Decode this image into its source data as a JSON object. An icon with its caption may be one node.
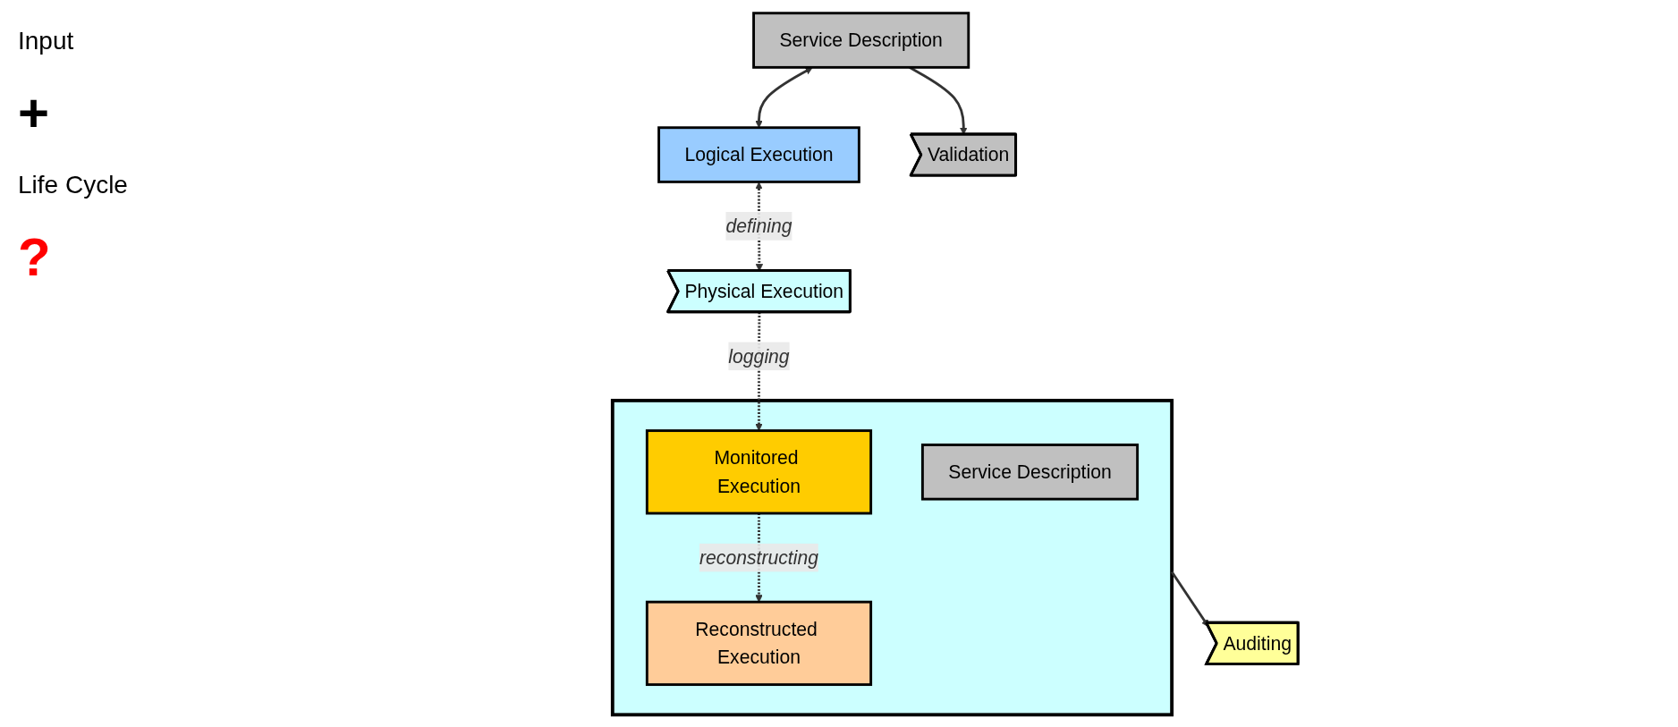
{
  "diagram": {
    "nodes": [
      {
        "text": [],
        "shape": "box"
      },
      {
        "text": [
          "Service Description"
        ],
        "in": 0
      },
      {
        "text": [
          "Monitored Execution"
        ],
        "in": 0
      },
      {
        "text": [
          "Reconstructed Execution"
        ],
        "in": 0
      },
      {
        "text": [
          "Service Description"
        ]
      },
      {
        "text": [
          "Logical Execution"
        ]
      },
      {
        "text": [
          "Validation"
        ]
      },
      {
        "text": [
          "Physical Execution"
        ]
      },
      {
        "text": [
          "Auditing"
        ]
      }
    ],
    "edges": [
      {
        "from": 4,
        "to": 5,
        "arrow": "both"
      },
      {
        "from": 4,
        "to": 6,
        "arrow": "to"
      },
      {
        "from": 5,
        "to": 7,
        "arrow": "both",
        "style": "dashed",
        "label": "defining"
      },
      {
        "from": 7,
        "to": 2,
        "arrow": "to",
        "style": "dashed",
        "label": "logging"
      },
      {
        "from": 2,
        "to": 3,
        "arrow": "to",
        "style": "dashed",
        "label": "reconstructing"
      },
      {
        "from": 0,
        "to": 8,
        "arrow": "to"
      }
    ],
    "labels": [
      "Input",
      "+",
      "Life Cycle",
      "?"
    ]
  }
}
